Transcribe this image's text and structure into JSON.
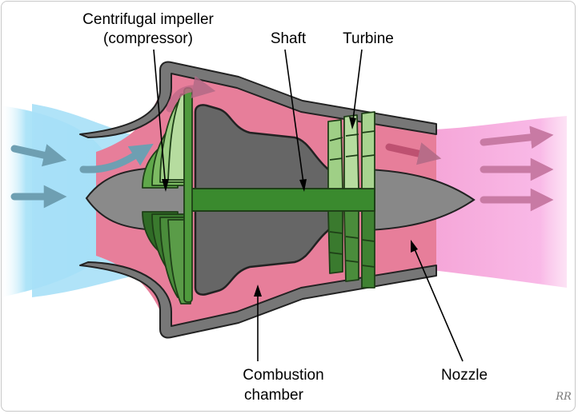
{
  "labels": {
    "impeller_line1": "Centrifugal impeller",
    "impeller_line2": "(compressor)",
    "shaft": "Shaft",
    "turbine": "Turbine",
    "combustion_line1": "Combustion",
    "combustion_line2": "chamber",
    "nozzle": "Nozzle"
  },
  "signature": "RR",
  "colors": {
    "intake_air": "#aee4f8",
    "exhaust_air": "#f9b3e6",
    "casing": "#555555",
    "core": "#666666",
    "blade_light": "#9fcf86",
    "blade_dark": "#3a7a2e",
    "shaft": "#3a8a2e",
    "combustion_hot": "#ffd400",
    "combustion_warm": "#f28a1e",
    "exhaust_red": "#e2545e",
    "flow_arrow_cold": "#6e9fb2",
    "flow_arrow_hot": "#b06a86"
  }
}
